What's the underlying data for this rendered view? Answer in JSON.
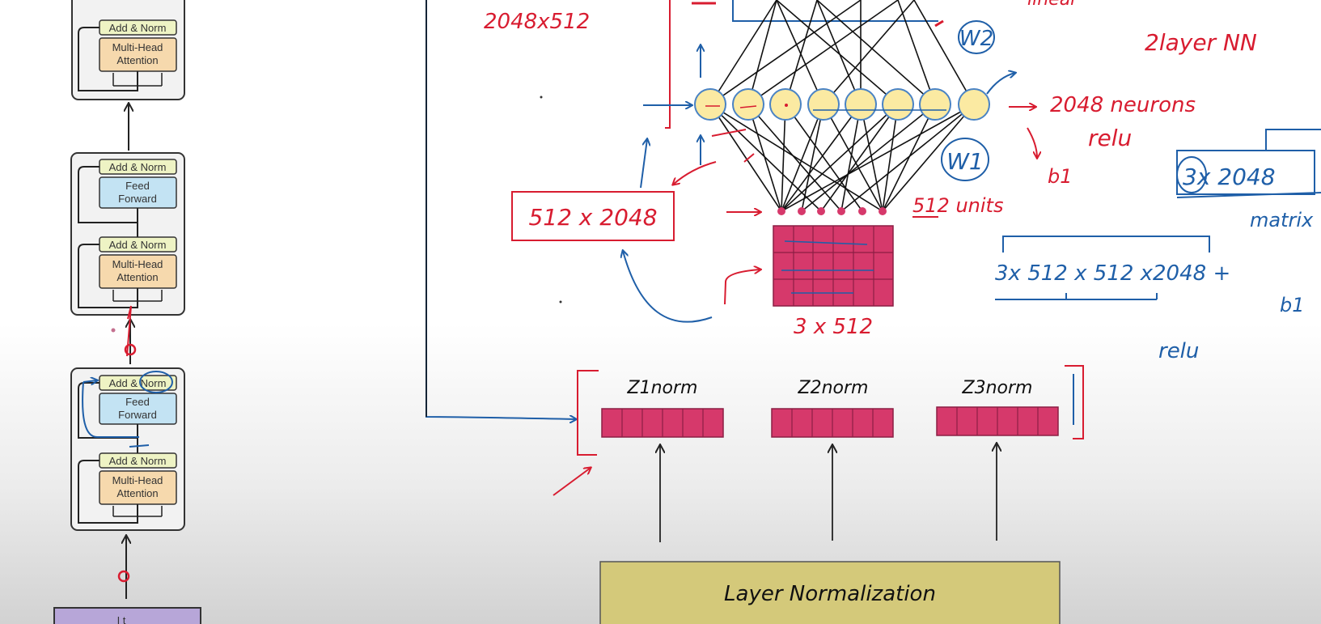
{
  "encoder": {
    "block1": {
      "add_norm": "Add & Norm",
      "attention_line1": "Multi-Head",
      "attention_line2": "Attention"
    },
    "block2": {
      "add_norm_top": "Add & Norm",
      "ff_line1": "Feed",
      "ff_line2": "Forward",
      "add_norm_bottom": "Add & Norm",
      "attention_line1": "Multi-Head",
      "attention_line2": "Attention"
    },
    "block3": {
      "add_norm_top": "Add & Norm",
      "ff_line1": "Feed",
      "ff_line2": "Forward",
      "add_norm_bottom": "Add & Norm",
      "attention_line1": "Multi-Head",
      "attention_line2": "Attention"
    },
    "input_partial": "I      t"
  },
  "annotations": {
    "top_left_dims": "2048x512",
    "top_right_cut": "linear",
    "w2": "W2",
    "w1": "W1",
    "layer_nn": "2layer NN",
    "neurons": "2048 neurons",
    "relu_1": "relu",
    "b1_a": "b1",
    "dims_box": "512 x 2048",
    "units": "512 units",
    "matrix_box": "3x 2048",
    "matrix_word": "matrix",
    "matmul_expr": "3x 512  x  512 x2048 +",
    "b1_b": "b1",
    "input_dims": "3 x 512",
    "relu_2": "relu"
  },
  "z_vectors": [
    "Z1norm",
    "Z2norm",
    "Z3norm"
  ],
  "layer_norm_label": "Layer Normalization",
  "colors": {
    "pink": "#d6396b",
    "neuron_fill": "#fbeaa2",
    "ink_red": "#d81c30",
    "ink_blue": "#1f5fa8",
    "layer_norm_fill": "#d4c97a",
    "add_norm_fill": "#eef3c4",
    "attention_fill": "#f6d9ad",
    "ff_fill": "#c3e3f3",
    "input_fill": "#b7a6d8"
  }
}
